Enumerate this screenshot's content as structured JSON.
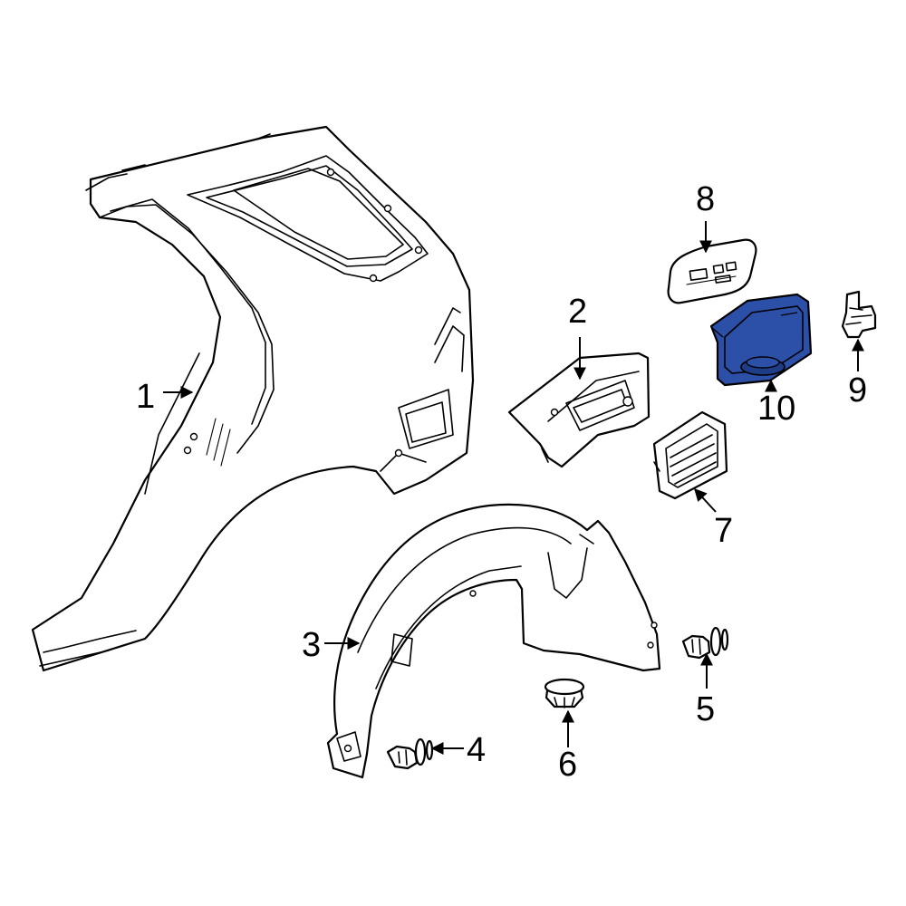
{
  "colors": {
    "line": "#000000",
    "background": "#ffffff",
    "highlight": "#2c4fa8",
    "highlight_dark": "#1f3c86"
  },
  "highlighted_part": "10",
  "callouts": [
    {
      "id": "1",
      "label": "1"
    },
    {
      "id": "2",
      "label": "2"
    },
    {
      "id": "3",
      "label": "3"
    },
    {
      "id": "4",
      "label": "4"
    },
    {
      "id": "5",
      "label": "5"
    },
    {
      "id": "6",
      "label": "6"
    },
    {
      "id": "7",
      "label": "7"
    },
    {
      "id": "8",
      "label": "8"
    },
    {
      "id": "9",
      "label": "9"
    },
    {
      "id": "10",
      "label": "10"
    }
  ]
}
